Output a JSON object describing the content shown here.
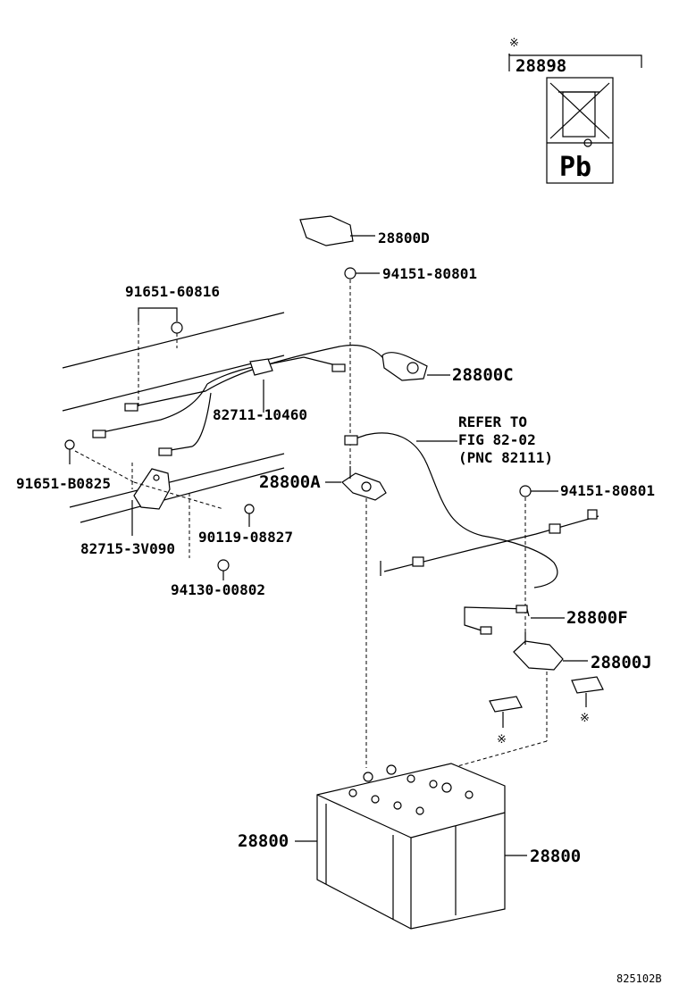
{
  "symbols": {
    "note_mark": "※"
  },
  "labels": {
    "p28898": "28898",
    "pb": "Pb",
    "p28800D": "28800D",
    "p94151_top": "94151-80801",
    "p91651_60816": "91651-60816",
    "p28800C": "28800C",
    "p82711": "82711-10460",
    "refer_line1": "REFER TO",
    "refer_line2": "FIG 82-02",
    "refer_line3": "(PNC 82111)",
    "p91651_B0825": "91651-B0825",
    "p28800A": "28800A",
    "p94151_right": "94151-80801",
    "p90119": "90119-08827",
    "p82715": "82715-3V090",
    "p94130": "94130-00802",
    "p28800F": "28800F",
    "p28800J": "28800J",
    "p28800_left": "28800",
    "p28800_right": "28800",
    "figure_id": "825102B"
  }
}
